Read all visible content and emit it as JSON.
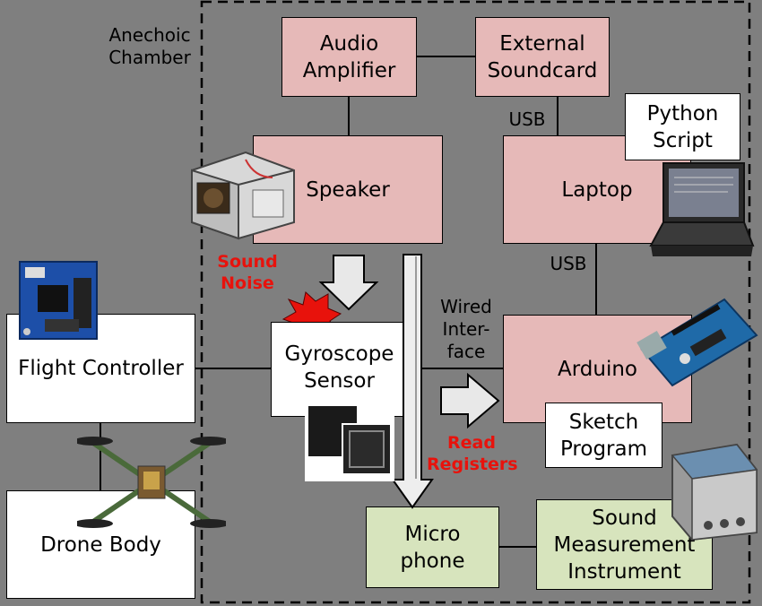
{
  "chamber_label": "Anechoic\nChamber",
  "boxes": {
    "audio_amplifier": "Audio\nAmplifier",
    "external_soundcard": "External\nSoundcard",
    "python_script": "Python\nScript",
    "speaker": "Speaker",
    "laptop": "Laptop",
    "flight_controller": "Flight Controller",
    "gyroscope_sensor": "Gyroscope\nSensor",
    "arduino": "Arduino",
    "sketch_program": "Sketch\nProgram",
    "drone_body": "Drone Body",
    "microphone": "Micro\nphone",
    "sound_measurement_instrument": "Sound\nMeasurement\nInstrument"
  },
  "labels": {
    "usb_top": "USB",
    "usb_mid": "USB",
    "wired_interface": "Wired\nInter-\nface",
    "sound_noise": "Sound\nNoise",
    "read_registers": "Read\nRegisters"
  },
  "colors": {
    "background": "#7f7f7f",
    "pink_box": "#e6b9b8",
    "green_box": "#d7e4bd",
    "red_label": "#e8120c"
  }
}
